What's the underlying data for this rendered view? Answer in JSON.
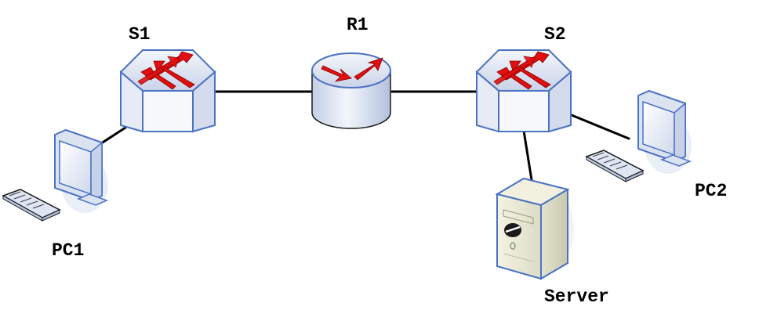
{
  "nodes": {
    "s1": {
      "label": "S1",
      "icon": "switch-icon"
    },
    "r1": {
      "label": "R1",
      "icon": "router-icon"
    },
    "s2": {
      "label": "S2",
      "icon": "switch-icon"
    },
    "pc1": {
      "label": "PC1",
      "icon": "workstation-icon"
    },
    "pc2": {
      "label": "PC2",
      "icon": "workstation-icon"
    },
    "server": {
      "label": "Server",
      "icon": "server-tower-icon"
    }
  },
  "links": [
    {
      "from": "pc1",
      "to": "s1"
    },
    {
      "from": "s1",
      "to": "r1"
    },
    {
      "from": "r1",
      "to": "s2"
    },
    {
      "from": "s2",
      "to": "pc2"
    },
    {
      "from": "s2",
      "to": "server"
    }
  ],
  "colors": {
    "device_outline": "#4a72c4",
    "device_fill": "#dde5f2",
    "arrow": "#e01010",
    "link": "#000000"
  }
}
